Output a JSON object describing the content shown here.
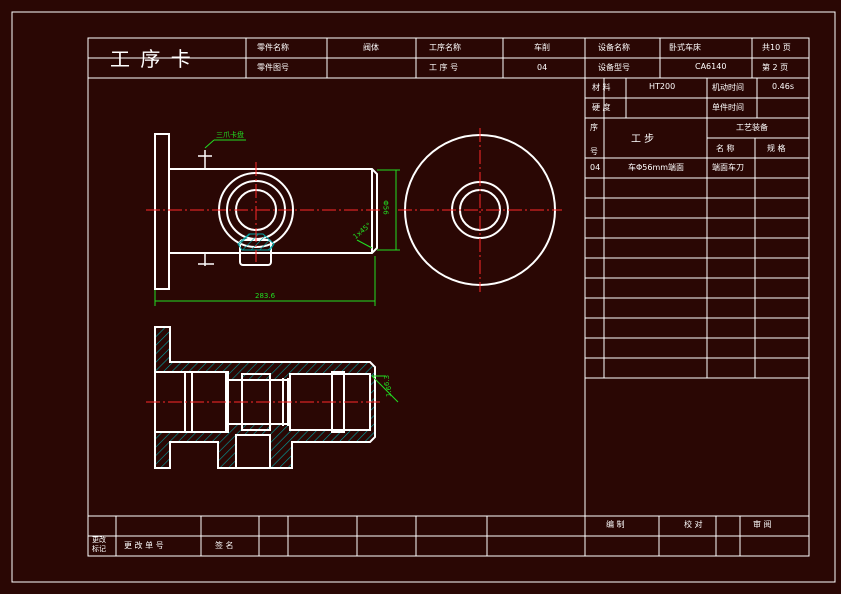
{
  "title_block": {
    "main_title": "工 序 卡",
    "part_name_label": "零件名称",
    "part_name_value": "阀体",
    "part_number_label": "零件图号",
    "process_name_label": "工序名称",
    "process_name_value": "车削",
    "process_number_label": "工 序 号",
    "process_number_value": "04",
    "equipment_name_label": "设备名称",
    "equipment_name_value": "卧式车床",
    "equipment_model_label": "设备型号",
    "equipment_model_value": "CA6140",
    "total_pages": "共10 页",
    "page_number": "第 2 页"
  },
  "process_info": {
    "material_label": "材 料",
    "material_value": "HT200",
    "machine_time_label": "机动时间",
    "machine_time_value": "0.46s",
    "hardness_label": "硬 度",
    "unit_time_label": "单件时间",
    "seq_label_top": "序",
    "seq_label_bottom": "号",
    "step_header": "工 步",
    "equipment_header": "工艺装备",
    "name_header": "名 称",
    "spec_header": "规 格",
    "rows": [
      {
        "seq": "04",
        "step": "车Φ56mm端面",
        "tool": "端面车刀"
      }
    ]
  },
  "drawing": {
    "fixture_note": "三爪卡盘",
    "length_dim": "283.6",
    "diameter_dim": "Φ56",
    "chamfer_dim": "1x45°",
    "roughness_dim": "6.3",
    "roughness_dim2": "1.6"
  },
  "footer": {
    "change_mark_top": "更改",
    "change_mark_bottom": "标记",
    "change_doc_label": "更 改 单 号",
    "signature_label": "签 名",
    "compile_label": "编 制",
    "check_label": "校 对",
    "review_label": "审 阅"
  },
  "colors": {
    "background": "#2a0704",
    "lines": "#ffffff",
    "centerlines": "#ff2a2a",
    "dimensions": "#22dd22",
    "hatch": "#00a3a3"
  }
}
